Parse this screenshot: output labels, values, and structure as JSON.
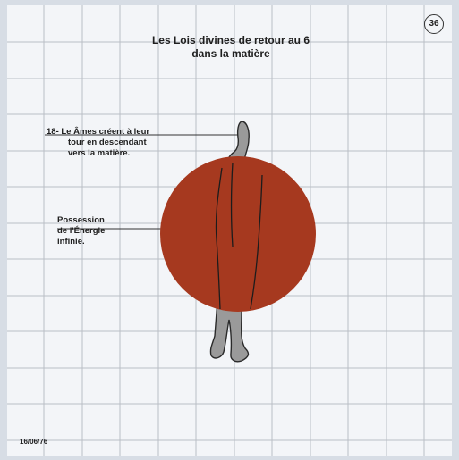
{
  "page": {
    "number": "36",
    "date": "16/06/76"
  },
  "title": {
    "line1": "Les Lois divines de retour au 6",
    "line2": "dans la matière"
  },
  "annotations": {
    "souls": {
      "line1": "18- Le Âmes créent à leur",
      "line2": "tour en descendant",
      "line3": "vers la matière."
    },
    "energy": {
      "line1": "Possession",
      "line2": "de l'Énergie",
      "line3": "infinie."
    }
  },
  "colors": {
    "sphere": "#a6391f",
    "figure": "#9a9a9a",
    "grid": "#b9bec6",
    "background": "#f3f5f8"
  }
}
